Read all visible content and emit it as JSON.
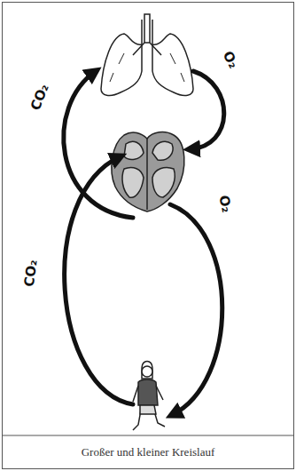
{
  "diagram": {
    "caption": "Großer und kleiner Kreislauf",
    "labels": [
      "CO₂",
      "O₂",
      "CO₂",
      "O₂"
    ]
  }
}
